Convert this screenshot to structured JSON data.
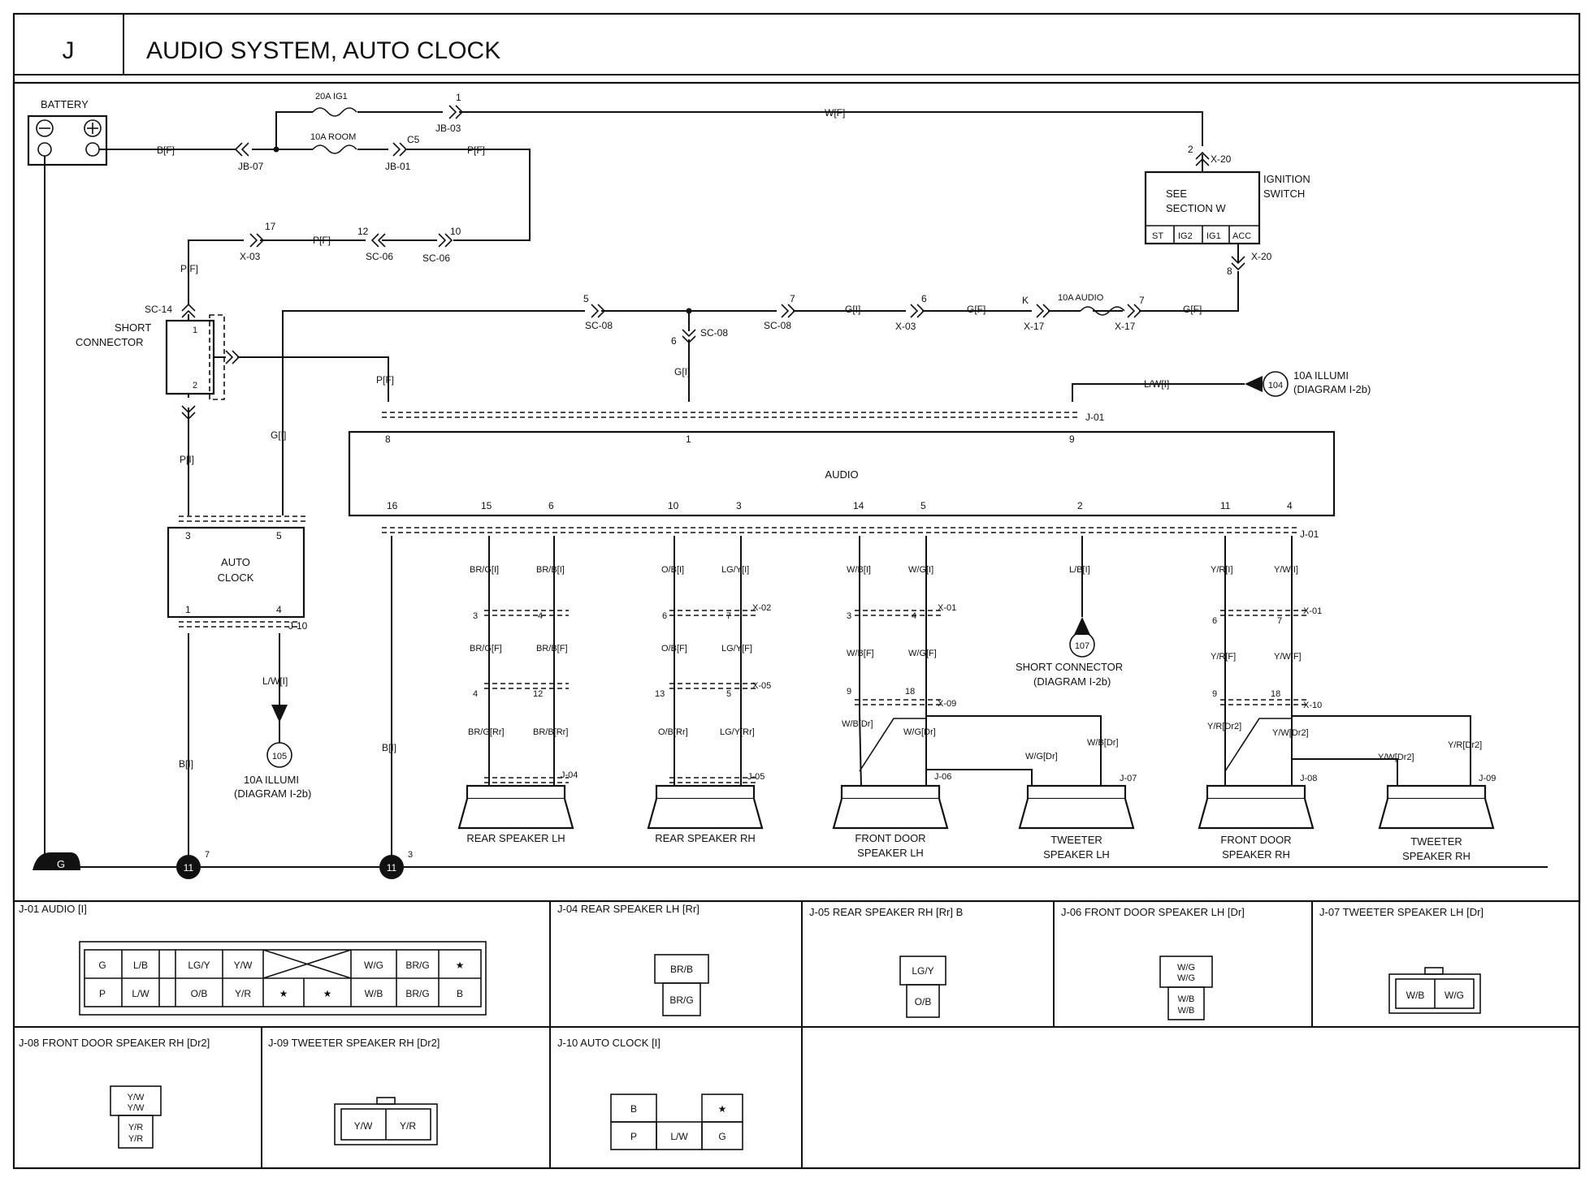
{
  "header": {
    "section": "J",
    "title": "AUDIO SYSTEM, AUTO CLOCK"
  },
  "battery": {
    "label": "BATTERY"
  },
  "fuses": {
    "ig1": "20A IG1",
    "room": "10A ROOM",
    "audio": "10A AUDIO"
  },
  "connectors": {
    "jb03": "JB-03",
    "jb07": "JB-07",
    "jb01": "JB-01",
    "c5": "C5",
    "x20": "X-20",
    "x03": "X-03",
    "sc06": "SC-06",
    "sc08": "SC-08",
    "sc14": "SC-14",
    "x17": "X-17",
    "k": "K",
    "j01": "J-01",
    "j10": "J-10",
    "x02": "X-02",
    "x05": "X-05",
    "x01": "X-01",
    "x09": "X-09",
    "x10": "X-10",
    "j04": "J-04",
    "j05": "J-05",
    "j06": "J-06",
    "j07": "J-07",
    "j08": "J-08",
    "j09": "J-09"
  },
  "pins": {
    "p1": "1",
    "p2": "2",
    "p3": "3",
    "p4": "4",
    "p5": "5",
    "p6": "6",
    "p7": "7",
    "p8": "8",
    "p9": "9",
    "p10": "10",
    "p11": "11",
    "p12": "12",
    "p13": "13",
    "p14": "14",
    "p15": "15",
    "p16": "16",
    "p17": "17",
    "p18": "18"
  },
  "wires": {
    "wf": "W[F]",
    "bf": "B[F]",
    "pf": "P[F]",
    "pi": "P[I]",
    "gi": "G[I]",
    "gf": "G[F]",
    "lwi": "L/W[I]",
    "lbi": "L/B[I]",
    "bi": "B[I]",
    "brgi": "BR/G[I]",
    "brbi": "BR/B[I]",
    "obi": "O/B[I]",
    "lgyi": "LG/Y[I]",
    "wbi": "W/B[I]",
    "wgi": "W/G[I]",
    "yri": "Y/R[I]",
    "ywi": "Y/W[I]",
    "brgf": "BR/G[F]",
    "brbf": "BR/B[F]",
    "obf": "O/B[F]",
    "lgyf": "LG/Y[F]",
    "wbf": "W/B[F]",
    "wgf": "W/G[F]",
    "yrf": "Y/R[F]",
    "ywf": "Y/W[F]",
    "brgr": "BR/G[Rr]",
    "brbr": "BR/B[Rr]",
    "obr": "O/B[Rr]",
    "lgyr": "LG/Y[Rr]",
    "wbdr": "W/B[Dr]",
    "wgdr": "W/G[Dr]",
    "yrdr2": "Y/R[Dr2]",
    "ywdr2": "Y/W[Dr2]"
  },
  "ignition": {
    "see": "SEE",
    "section": "SECTION W",
    "label1": "IGNITION",
    "label2": "SWITCH",
    "st": "ST",
    "ig2": "IG2",
    "ig1": "IG1",
    "acc": "ACC"
  },
  "short_connector": {
    "line1": "SHORT",
    "line2": "CONNECTOR"
  },
  "audio": {
    "label": "AUDIO"
  },
  "auto_clock": {
    "line1": "AUTO",
    "line2": "CLOCK"
  },
  "refs": {
    "r104": "104",
    "r104_l1": "10A ILLUMI",
    "r104_l2": "(DIAGRAM I-2b)",
    "r105": "105",
    "r105_l1": "10A ILLUMI",
    "r105_l2": "(DIAGRAM I-2b)",
    "r107": "107",
    "r107_l1": "SHORT CONNECTOR",
    "r107_l2": "(DIAGRAM I-2b)"
  },
  "ground": {
    "g": "G",
    "n11": "11",
    "sup7": "7",
    "sup3": "3"
  },
  "speakers": {
    "rear_lh": "REAR SPEAKER LH",
    "rear_rh": "REAR SPEAKER RH",
    "front_lh_1": "FRONT DOOR",
    "front_lh_2": "SPEAKER LH",
    "tw_lh_1": "TWEETER",
    "tw_lh_2": "SPEAKER LH",
    "front_rh_1": "FRONT DOOR",
    "front_rh_2": "SPEAKER RH",
    "tw_rh_1": "TWEETER",
    "tw_rh_2": "SPEAKER RH"
  },
  "connector_views": {
    "j01_title": "J-01 AUDIO [I]",
    "j04_title": "J-04 REAR SPEAKER LH [Rr]",
    "j05_title": "J-05 REAR SPEAKER RH [Rr] B",
    "j06_title": "J-06 FRONT DOOR SPEAKER LH [Dr]",
    "j07_title": "J-07 TWEETER SPEAKER LH [Dr]",
    "j08_title": "J-08 FRONT DOOR SPEAKER RH [Dr2]",
    "j09_title": "J-09 TWEETER SPEAKER RH [Dr2]",
    "j10_title": "J-10 AUTO CLOCK [I]",
    "c": {
      "g": "G",
      "lb": "L/B",
      "lgy": "LG/Y",
      "yw": "Y/W",
      "wg": "W/G",
      "brg": "BR/G",
      "brb": "BR/B",
      "star": "★",
      "p": "P",
      "lw": "L/W",
      "ob": "O/B",
      "yr": "Y/R",
      "wb": "W/B",
      "b": "B"
    }
  }
}
